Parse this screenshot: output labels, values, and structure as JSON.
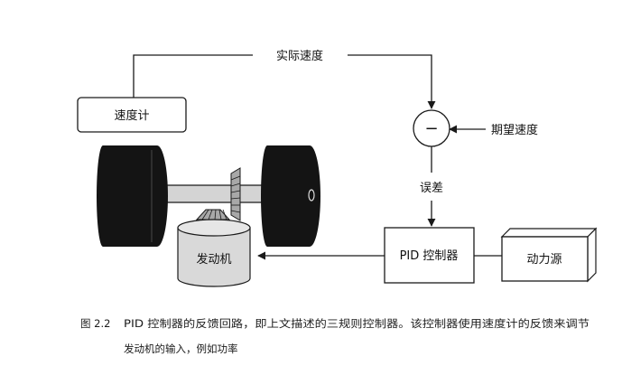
{
  "diagram": {
    "labels": {
      "actual_speed": "实际速度",
      "speedometer": "速度计",
      "desired_speed": "期望速度",
      "minus_sign": "−",
      "error": "误差",
      "pid_controller": "PID 控制器",
      "power_source": "动力源",
      "engine": "发动机"
    }
  },
  "caption": {
    "number": "图 2.2",
    "line1": "PID 控制器的反馈回路，即上文描述的三规则控制器。该控制器使用速度计的反馈来调节",
    "line2": "发动机的输入，例如功率"
  },
  "colors": {
    "stroke": "#1a1a1a",
    "wheel": "#141414",
    "axle": "#d4d4d4",
    "engine": "#d9d9d9",
    "gear": "#a8a8a8"
  }
}
